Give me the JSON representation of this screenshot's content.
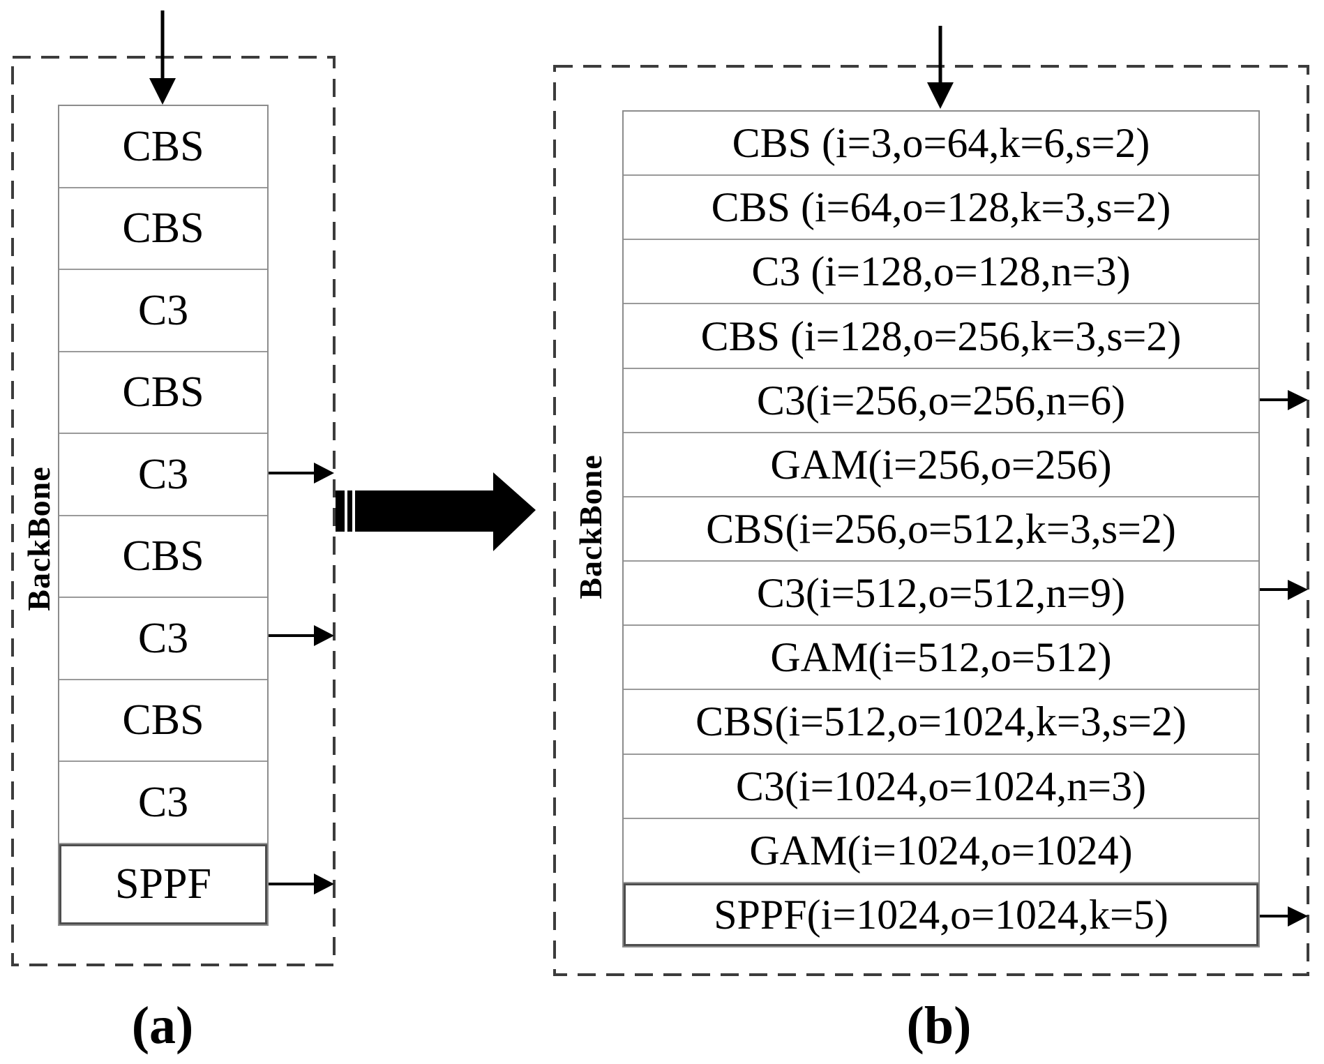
{
  "panel_a": {
    "backbone_label": "BackBone",
    "caption": "(a)",
    "rows": [
      "CBS",
      "CBS",
      "C3",
      "CBS",
      "C3",
      "CBS",
      "C3",
      "CBS",
      "C3",
      "SPPF"
    ]
  },
  "panel_b": {
    "backbone_label": "BackBone",
    "caption": "(b)",
    "rows": [
      "CBS (i=3,o=64,k=6,s=2)",
      "CBS (i=64,o=128,k=3,s=2)",
      "C3 (i=128,o=128,n=3)",
      "CBS (i=128,o=256,k=3,s=2)",
      "C3(i=256,o=256,n=6)",
      "GAM(i=256,o=256)",
      "CBS(i=256,o=512,k=3,s=2)",
      "C3(i=512,o=512,n=9)",
      "GAM(i=512,o=512)",
      "CBS(i=512,o=1024,k=3,s=2)",
      "C3(i=1024,o=1024,n=3)",
      "GAM(i=1024,o=1024)",
      "SPPF(i=1024,o=1024,k=5)"
    ]
  },
  "colors": {
    "line": "#000000",
    "box_border": "#8c8c8c",
    "dashed_border": "#3c3c3c",
    "background": "#ffffff"
  }
}
